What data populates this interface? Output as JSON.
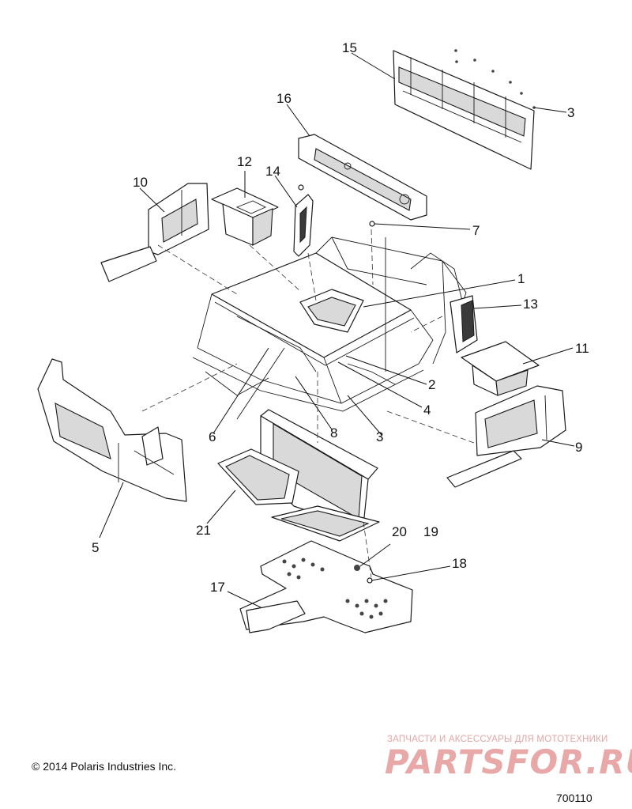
{
  "diagram": {
    "callouts": {
      "c1": "1",
      "c2": "2",
      "c3a": "3",
      "c3b": "3",
      "c4": "4",
      "c5": "5",
      "c6": "6",
      "c7": "7",
      "c8": "8",
      "c9": "9",
      "c10": "10",
      "c11": "11",
      "c12": "12",
      "c13": "13",
      "c14": "14",
      "c15": "15",
      "c16": "16",
      "c17": "17",
      "c18": "18",
      "c19": "19",
      "c20": "20",
      "c21": "21"
    }
  },
  "footer": {
    "copyright": "© 2014 Polaris Industries Inc.",
    "figure_id": "700110"
  },
  "watermark": {
    "caption": "ЗАПЧАСТИ И АКСЕССУАРЫ ДЛЯ МОТОТЕХНИКИ",
    "logo": "PARTSFOR.RU"
  }
}
